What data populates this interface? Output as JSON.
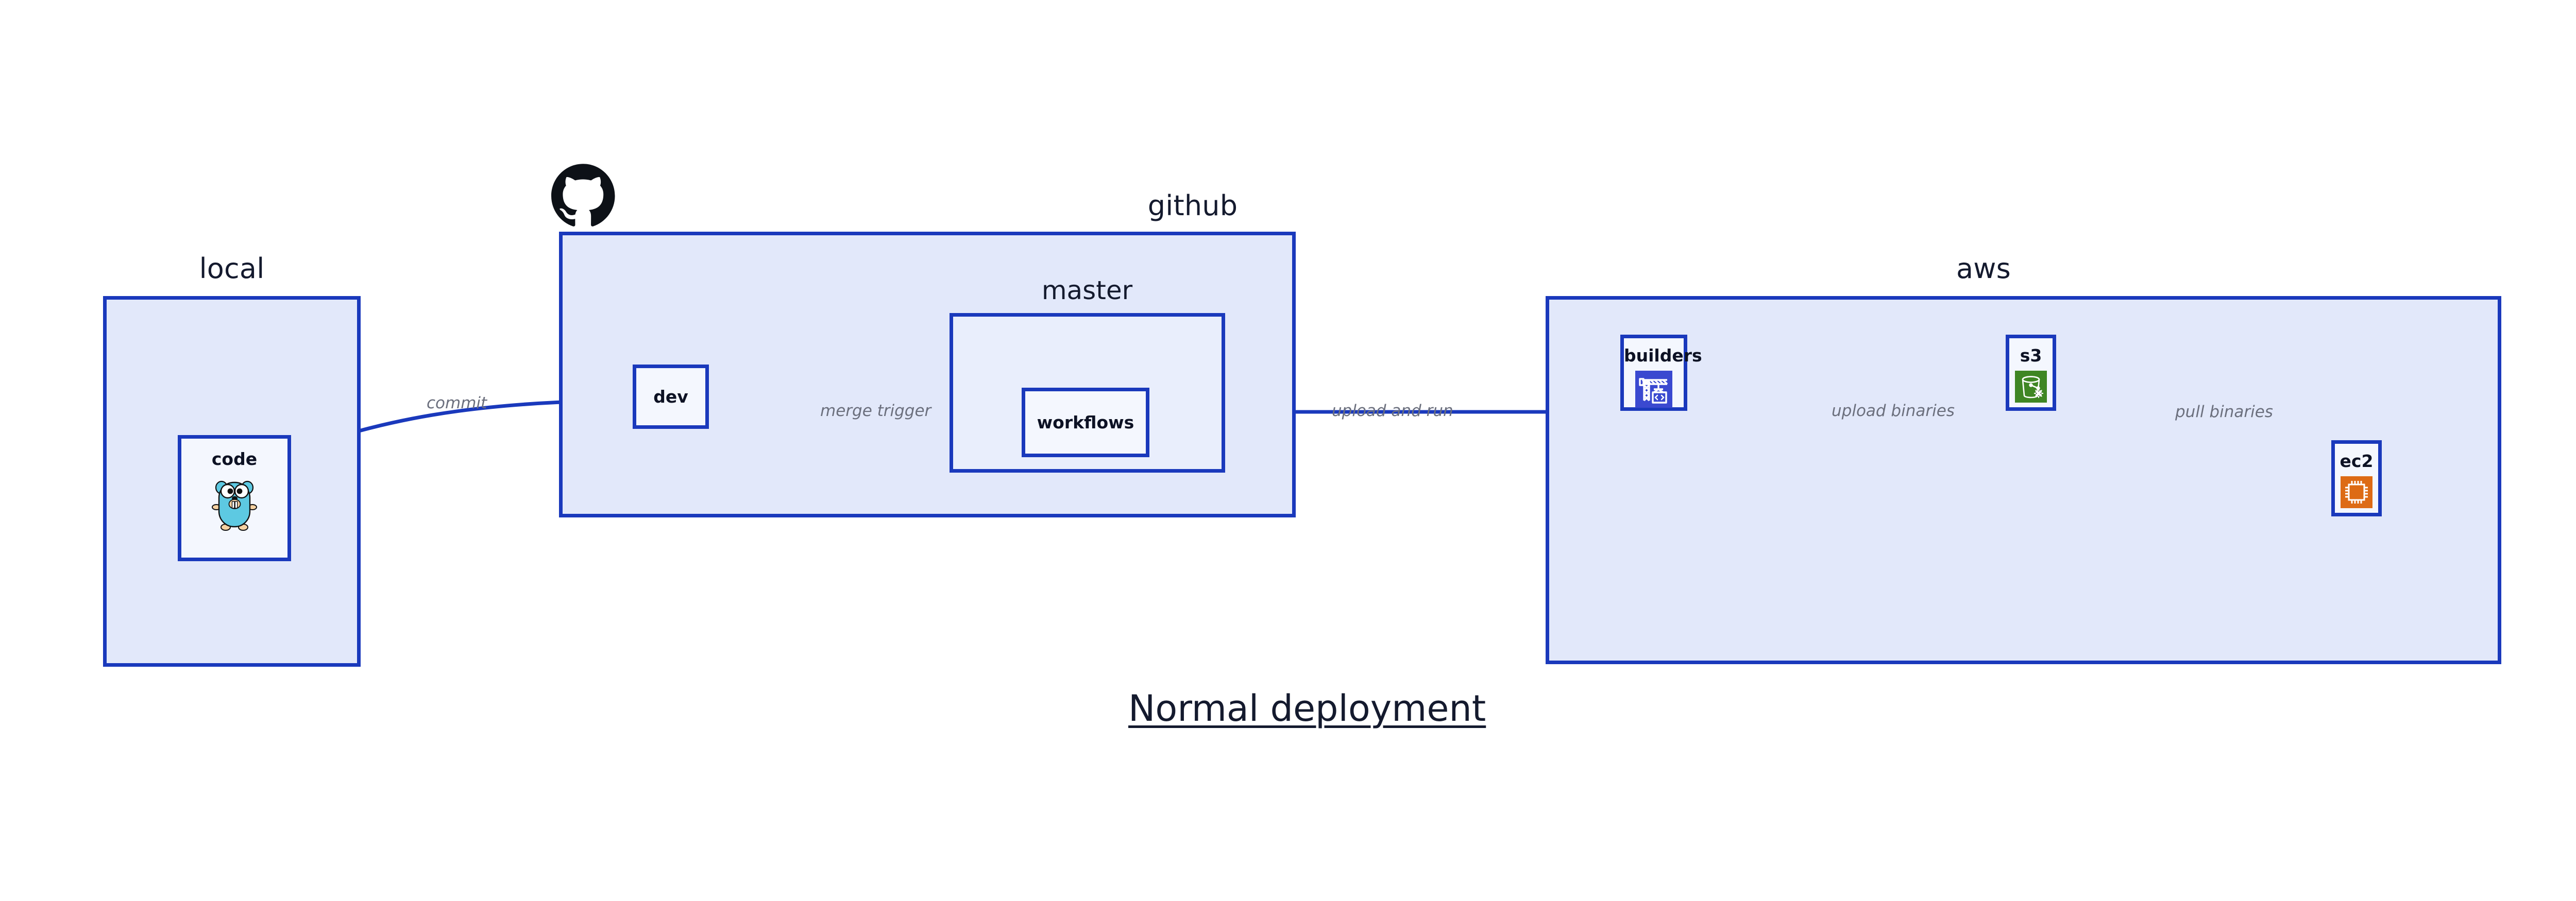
{
  "diagram": {
    "caption": "Normal deployment",
    "accent_border": "#1a39bc",
    "group_fill": "#e2e8fa",
    "subgroup_fill": "#e9eefc",
    "node_fill": "#f4f7fe",
    "edge_label_color": "#6b6f7d",
    "title_color": "#141a2e"
  },
  "groups": [
    {
      "id": "local",
      "title": "local"
    },
    {
      "id": "github",
      "title": "github"
    },
    {
      "id": "aws",
      "title": "aws"
    }
  ],
  "subgroups": [
    {
      "id": "master",
      "title": "master",
      "parent": "github"
    }
  ],
  "nodes": [
    {
      "id": "code",
      "label": "code",
      "icon": "go-gopher-icon",
      "parent": "local"
    },
    {
      "id": "dev",
      "label": "dev",
      "icon": null,
      "parent": "github"
    },
    {
      "id": "workflows",
      "label": "workflows",
      "icon": null,
      "parent": "master"
    },
    {
      "id": "builders",
      "label": "builders",
      "icon": "aws-codebuild-icon",
      "parent": "aws"
    },
    {
      "id": "s3",
      "label": "s3",
      "icon": "aws-s3-bucket-icon",
      "parent": "aws"
    },
    {
      "id": "ec2",
      "label": "ec2",
      "icon": "aws-ec2-chip-icon",
      "parent": "aws"
    }
  ],
  "edges": [
    {
      "id": "commit",
      "label": "commit",
      "from": "code",
      "to": "dev"
    },
    {
      "id": "merge-trigger",
      "label": "merge trigger",
      "from": "dev",
      "to": "workflows"
    },
    {
      "id": "upload-and-run",
      "label": "upload and run",
      "from": "workflows",
      "to": "builders"
    },
    {
      "id": "upload-binaries",
      "label": "upload binaries",
      "from": "builders",
      "to": "s3"
    },
    {
      "id": "pull-binaries",
      "label": "pull binaries",
      "from": "s3",
      "to": "ec2"
    }
  ],
  "icons": {
    "github_logo": "github-octocat-icon",
    "codebuild_bg": "#3a49d0",
    "s3_bg": "#3f8624",
    "ec2_bg": "#dd6b15",
    "gopher_body": "#5dc9e2",
    "gopher_foot": "#f6d2a2"
  }
}
